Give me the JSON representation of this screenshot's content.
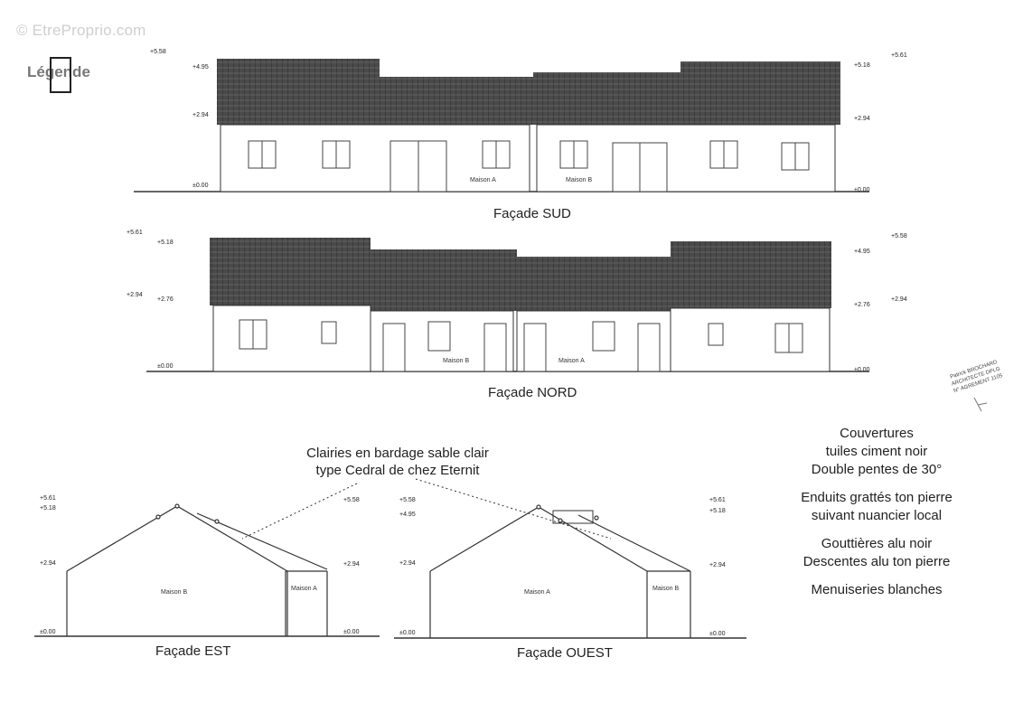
{
  "watermark": "© EtreProprio.com",
  "legend": "Légende",
  "facades": {
    "sud": {
      "caption": "Façade SUD",
      "dims_left": [
        "+5.58",
        "+4.95",
        "+2.94",
        "±0.00"
      ],
      "dims_right": [
        "+5.61",
        "+5.18",
        "+2.94",
        "±0.00"
      ],
      "houses": [
        "Maison A",
        "Maison B"
      ]
    },
    "nord": {
      "caption": "Façade NORD",
      "dims_left": [
        "+5.61",
        "+5.18",
        "+2.94",
        "+2.76",
        "±0.00"
      ],
      "dims_right": [
        "+5.58",
        "+4.95",
        "+2.76",
        "+2.94",
        "±0.00"
      ],
      "houses": [
        "Maison B",
        "Maison A"
      ]
    },
    "est": {
      "caption": "Façade EST",
      "dims_left": [
        "+5.61",
        "+5.18",
        "+2.94",
        "±0.00"
      ],
      "dims_right": [
        "+5.58",
        "+2.94",
        "±0.00"
      ],
      "houses": [
        "Maison B",
        "Maison A"
      ]
    },
    "ouest": {
      "caption": "Façade OUEST",
      "dims_left": [
        "+5.58",
        "+4.95",
        "+2.94",
        "±0.00"
      ],
      "dims_right": [
        "+5.61",
        "+5.18",
        "+2.94",
        "±0.00"
      ],
      "houses": [
        "Maison A",
        "Maison B"
      ]
    }
  },
  "bardage_note": [
    "Clairies en bardage sable clair",
    "type Cedral de chez Eternit"
  ],
  "notes": [
    [
      "Couvertures",
      "tuiles ciment noir",
      "Double pentes de 30°"
    ],
    [
      "Enduits grattés ton pierre",
      "suivant nuancier local"
    ],
    [
      "Gouttières alu noir",
      "Descentes alu ton pierre"
    ],
    [
      "Menuiseries blanches"
    ]
  ],
  "stamp": [
    "Patrick BROCHARD",
    "ARCHITECTE DPLG",
    "N° AGREMENT 1105"
  ]
}
